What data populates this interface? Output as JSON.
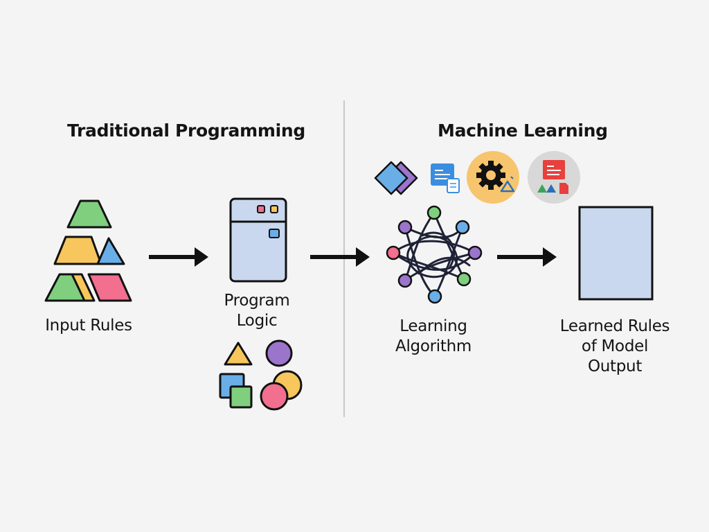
{
  "headings": {
    "traditional": "Traditional Programming",
    "machine_learning": "Machine Learning"
  },
  "nodes": {
    "input_rules": {
      "label": "Input Rules"
    },
    "program_logic": {
      "label_lines": [
        "Program",
        "Logic"
      ]
    },
    "learning_algorithm": {
      "label_lines": [
        "Learning",
        "Algorithm"
      ]
    },
    "learned_output": {
      "label_lines": [
        "Learned Rules",
        "of Model",
        "Output"
      ]
    }
  },
  "icons": [
    "diamond-stack-icon",
    "document-icon",
    "gear-icon",
    "document-shapes-icon",
    "triangle-stack-icon",
    "server-icon",
    "network-icon",
    "blank-page-icon"
  ],
  "colors": {
    "green": "#7fcf7f",
    "yellow": "#f7c65c",
    "blue": "#6aaee8",
    "pink": "#f26f8f",
    "purple": "#9b74cc",
    "panel": "#c9d8ee",
    "divider": "#c8c8c8",
    "ink": "#111111"
  }
}
